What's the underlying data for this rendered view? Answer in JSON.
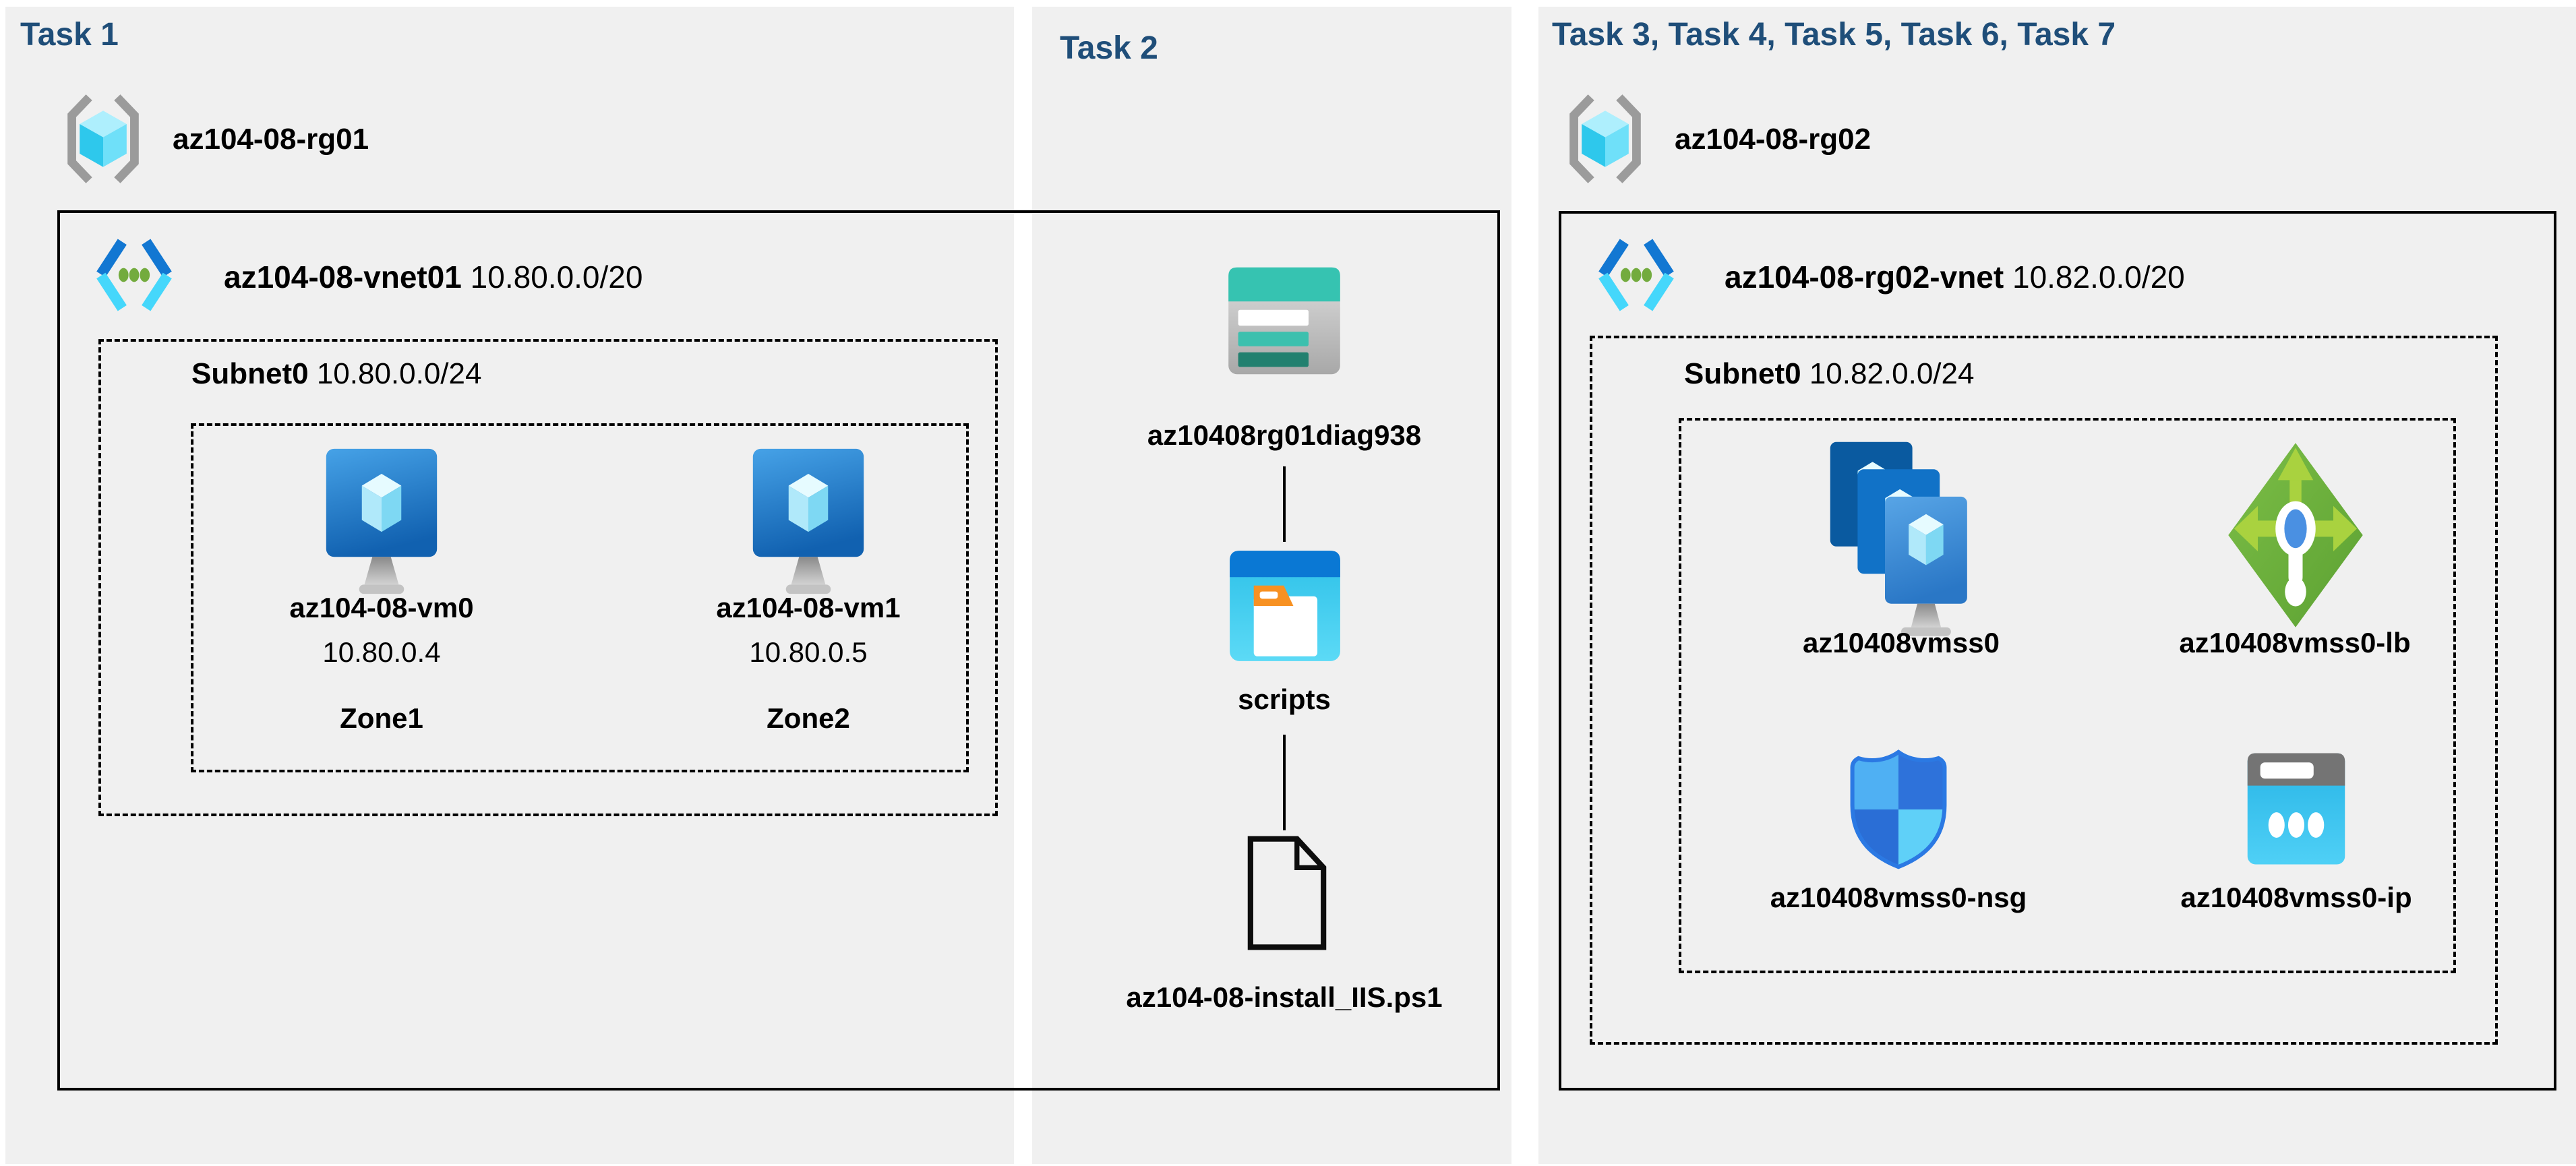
{
  "colors": {
    "page_bg": "#ffffff",
    "panel_bg": "#f0f0f0",
    "task_header": "#1f4e79",
    "box_border": "#000000",
    "vnet_blue": "#1277d2",
    "vnet_cyan": "#45d7fb",
    "storage_teal": "#36c3b1",
    "container_blue": "#0a78d4",
    "lb_green": "#6db23c",
    "ip_cyan": "#32c1ec"
  },
  "panels": [
    {
      "task_label": "Task 1"
    },
    {
      "task_label": "Task 2"
    },
    {
      "task_label": "Task 3, Task 4, Task 5, Task 6, Task 7"
    }
  ],
  "rg01": {
    "icon": "resource-group-icon",
    "name": "az104-08-rg01",
    "vnet": {
      "icon": "virtual-network-icon",
      "name": "az104-08-vnet01",
      "cidr": "10.80.0.0/20",
      "subnet": {
        "name": "Subnet0",
        "cidr": "10.80.0.0/24",
        "vms": [
          {
            "icon": "virtual-machine-icon",
            "name": "az104-08-vm0",
            "ip": "10.80.0.4",
            "zone": "Zone1"
          },
          {
            "icon": "virtual-machine-icon",
            "name": "az104-08-vm1",
            "ip": "10.80.0.5",
            "zone": "Zone2"
          }
        ]
      }
    }
  },
  "task2_items": {
    "storage_account": {
      "icon": "storage-account-icon",
      "name": "az10408rg01diag938"
    },
    "blob_container": {
      "icon": "blob-container-icon",
      "name": "scripts"
    },
    "script_file": {
      "icon": "ps1-file-icon",
      "name": "az104-08-install_IIS.ps1"
    }
  },
  "rg02": {
    "icon": "resource-group-icon",
    "name": "az104-08-rg02",
    "vnet": {
      "icon": "virtual-network-icon",
      "name": "az104-08-rg02-vnet",
      "cidr": "10.82.0.0/20",
      "subnet": {
        "name": "Subnet0",
        "cidr": "10.82.0.0/24",
        "resources": [
          {
            "icon": "vm-scale-set-icon",
            "name": "az10408vmss0"
          },
          {
            "icon": "load-balancer-icon",
            "name": "az10408vmss0-lb"
          },
          {
            "icon": "network-security-group-icon",
            "name": "az10408vmss0-nsg"
          },
          {
            "icon": "public-ip-icon",
            "name": "az10408vmss0-ip"
          }
        ]
      }
    }
  }
}
